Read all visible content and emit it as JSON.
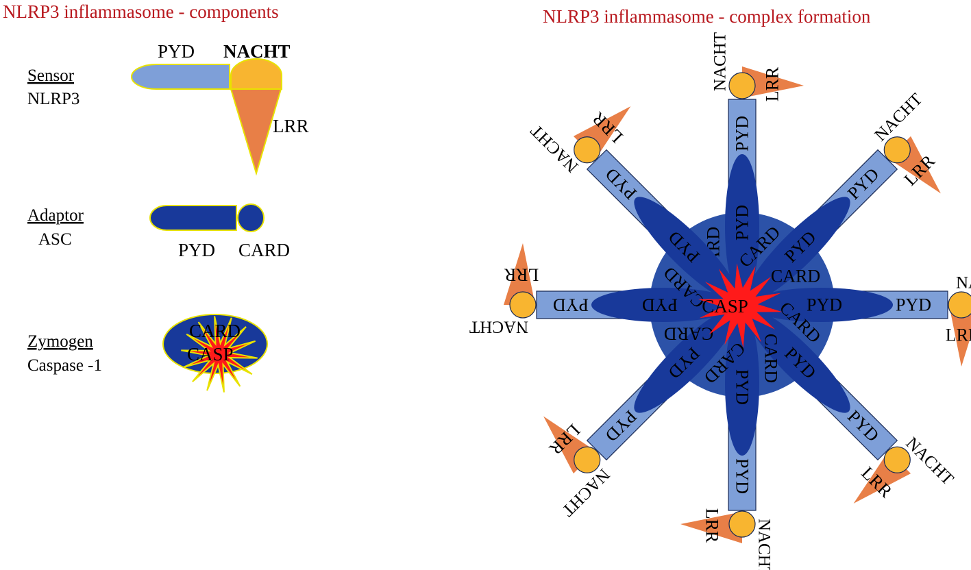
{
  "titles": {
    "components": "NLRP3 inflammasome - components",
    "complex": "NLRP3 inflammasome - complex formation"
  },
  "components": {
    "sensor": {
      "heading": "Sensor",
      "name": "NLRP3",
      "pyd": "PYD",
      "nacht": "NACHT",
      "lrr": "LRR"
    },
    "adaptor": {
      "heading": "Adaptor",
      "name": "ASC",
      "pyd": "PYD",
      "card": "CARD"
    },
    "zymogen": {
      "heading": "Zymogen",
      "name": "Caspase -1",
      "card": "CARD",
      "casp": "CASP"
    }
  },
  "complex": {
    "arm_count": 8,
    "labels": {
      "nacht": "NACHT",
      "lrr": "LRR",
      "pyd": "PYD",
      "card": "CARD",
      "casp": "CASP"
    }
  },
  "colors": {
    "title": "#b8181e",
    "light_blue": "#7e9fd8",
    "dark_blue": "#18399a",
    "orange_yellow": "#f8b530",
    "orange": "#e87f47",
    "outline": "#e8e200",
    "casp_red": "#ff1a1a"
  }
}
